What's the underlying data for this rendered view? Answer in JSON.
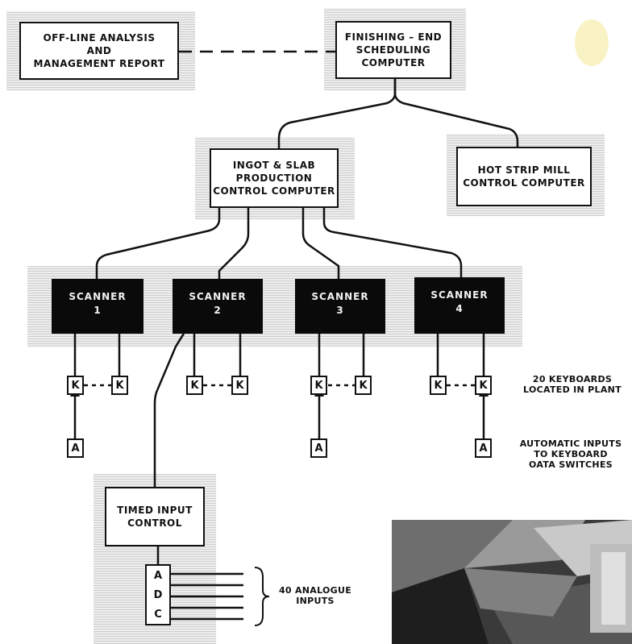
{
  "boxes": {
    "offline": "OFF-LINE  ANALYSIS\nAND\nMANAGEMENT REPORT",
    "finishing": "FINISHING – END\nSCHEDULING\nCOMPUTER",
    "ingot": "INGOT & SLAB\nPRODUCTION\nCONTROL COMPUTER",
    "hotstrip": "HOT STRIP MILL\nCONTROL COMPUTER",
    "timed": "TIMED INPUT\nCONTROL"
  },
  "scanners": [
    {
      "title": "SCANNER",
      "num": "1"
    },
    {
      "title": "SCANNER",
      "num": "2"
    },
    {
      "title": "SCANNER",
      "num": "3"
    },
    {
      "title": "SCANNER",
      "num": "4"
    }
  ],
  "keyboard_label": "K",
  "auto_label": "A",
  "adc_letters": [
    "A",
    "D",
    "C"
  ],
  "notes": {
    "keyboards": "20 KEYBOARDS\nLOCATED IN PLANT",
    "automatic": "AUTOMATIC INPUTS\nTO KEYBOARD\nOATA SWITCHES",
    "analogue": "40 ANALOGUE\nINPUTS"
  }
}
